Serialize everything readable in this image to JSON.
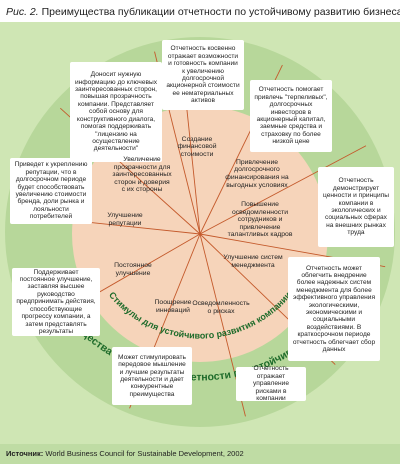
{
  "title": {
    "fig": "Рис. 2.",
    "text": "Преимущества публикации отчетности по устойчивому развитию бизнеса"
  },
  "outer_ring_label": "Преимущества публикации отчетности по устойчивому развитию",
  "inner_ring_label": "Стимулы для устойчивого развития компании",
  "wedges": [
    "Создание финансовой стоимости",
    "Привлечение долгосрочного финансирования на выгодных условиях",
    "Повышение осведомленности сотрудников и привлечение талантливых кадров",
    "Улучшение систем менеджмента",
    "Осведомленность о рисках",
    "Поощрение инноваций",
    "Постоянное улучшение",
    "Улучшение репутации",
    "Увеличение прозрачности для заинтересованных сторон и доверия с их стороны"
  ],
  "boxes": [
    "Отчетность косвенно отражает возможности и готовность компании к увеличению долгосрочной акционерной стоимости ее нематериальных активов",
    "Отчетность помогает привлечь \"терпеливых\", долгосрочных инвесторов в акционерный капитал, заемные средства и страховку по более низкой цене",
    "Отчетность демонстрирует ценности и принципы компании в экологических и социальных сферах на внешних рынках труда",
    "Отчетность может облегчить внедрение более надежных систем менеджмента для более эффективного управления экологическими, экономическими и социальными воздействиями. В краткосрочном периоде отчетность облегчает сбор данных",
    "Отчетность отражает управление рисками в компании",
    "Может стимулировать передовое мышление и лучшие результаты деятельности и дает конкурентные преимущества",
    "Поддерживает постоянное улучшение, заставляя высшее руководство предпринимать действия, способствующие прогрессу компании, а затем представлять результаты",
    "Приведет к укреплению репутации, что в долгосрочном периоде будет способствовать увеличению стоимости бренда, доли рынка и лояльности потребителей",
    "Доносит нужную информацию до ключевых заинтересованных сторон, повышая прозрачность компании. Представляет собой основу для конструктивного диалога, помогая поддерживать \"лицензию на осуществление деятельности\""
  ],
  "source": {
    "label": "Источник:",
    "text": "World Business Council for Sustainable Development, 2002"
  },
  "colors": {
    "background": "#cfe6b4",
    "outer_disc": "#b7d79a",
    "inner_disc": "#f6d4ba",
    "ring_text": "#1e6b2a",
    "lines": "#c45a2c"
  }
}
